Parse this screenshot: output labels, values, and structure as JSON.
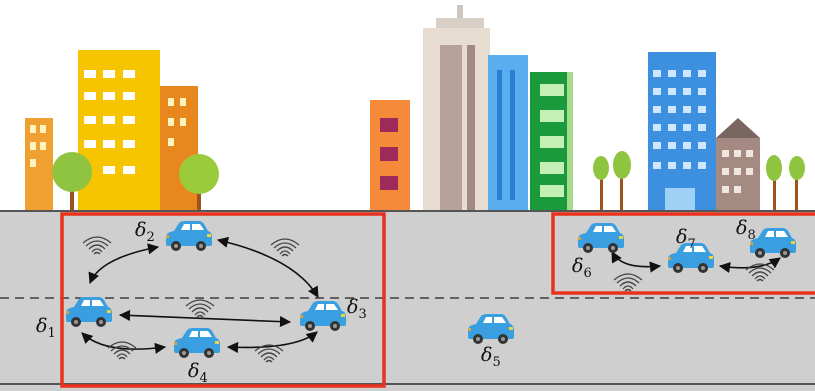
{
  "labels": {
    "n1": {
      "sym": "δ",
      "sub": "1"
    },
    "n2": {
      "sym": "δ",
      "sub": "2"
    },
    "n3": {
      "sym": "δ",
      "sub": "3"
    },
    "n4": {
      "sym": "δ",
      "sub": "4"
    },
    "n5": {
      "sym": "δ",
      "sub": "5"
    },
    "n6": {
      "sym": "δ",
      "sub": "6"
    },
    "n7": {
      "sym": "δ",
      "sub": "7"
    },
    "n8": {
      "sym": "δ",
      "sub": "8"
    }
  },
  "colors": {
    "road": "#cfcfcf",
    "cluster_border": "#e8321e",
    "car": "#3a9fe0",
    "arrow": "#111111"
  }
}
